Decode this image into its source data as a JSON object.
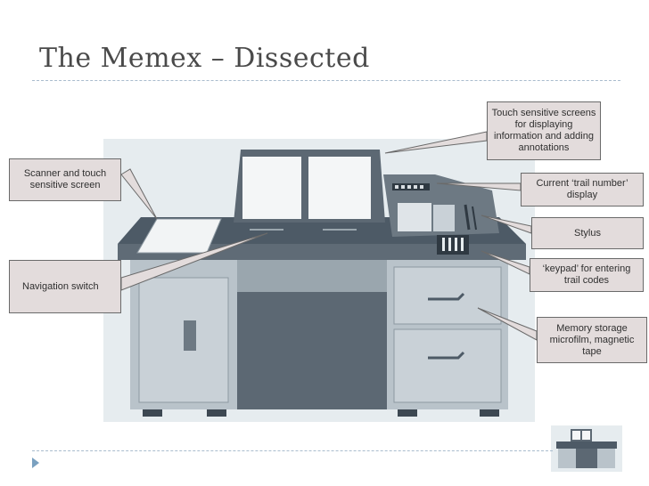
{
  "slide": {
    "title": "The Memex – Dissected"
  },
  "labels": {
    "scanner": "Scanner and touch sensitive screen",
    "navigation": "Navigation switch",
    "touch_screens": "Touch sensitive screens for displaying information and adding annotations",
    "trail_display": "Current ‘trail number’ display",
    "stylus": "Stylus",
    "keypad": "‘keypad’ for entering trail codes",
    "memory": "Memory storage microfilm, magnetic tape"
  },
  "colors": {
    "desk_dark": "#4d5a66",
    "desk_mid": "#7f8c96",
    "desk_light": "#b9c3ca",
    "background_panel": "#e6ecef",
    "callout_fill": "#e3dcdc",
    "accent": "#7aa1c0"
  }
}
